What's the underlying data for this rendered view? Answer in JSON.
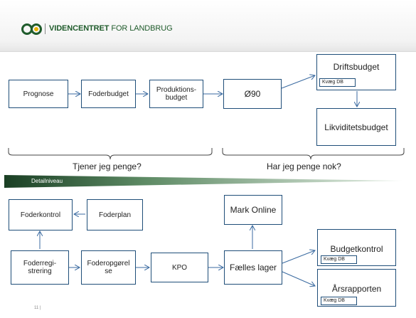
{
  "header": {
    "brand_bold": "VIDENCENTRET",
    "brand_rest": " FOR LANDBRUG"
  },
  "colors": {
    "box_border": "#1f4e79",
    "arrow": "#3a6aa0",
    "bar_dark": "#1d4a2a",
    "bar_light": "#e9f0e9",
    "brand_green": "#1f5b2b"
  },
  "top": {
    "prognose": "Prognose",
    "foderbudget": "Foderbudget",
    "produktionsbudget": "Produktions-\nbudget",
    "o90": "Ø90",
    "driftsbudget": "Driftsbudget",
    "driftsbudget_tag": "Kvæg DB",
    "likviditetsbudget": "Likviditetsbudget"
  },
  "brackets": {
    "left": "Tjener jeg penge?",
    "right": "Har jeg penge nok?"
  },
  "detail_bar": "Detailniveau",
  "bottom": {
    "foderkontrol": "Foderkontrol",
    "foderplan": "Foderplan",
    "mark_online": "Mark Online",
    "foderregistrering": "Foderregi-\nstrering",
    "foderopgorelse": "Foderopgørel\nse",
    "kpo": "KPO",
    "faelles_lager": "Fælles lager",
    "budgetkontrol": "Budgetkontrol",
    "budgetkontrol_tag": "Kvæg DB",
    "arsrapporten": "Årsrapporten",
    "arsrapporten_tag": "Kvæg DB"
  },
  "footer": {
    "page": "11 |"
  }
}
